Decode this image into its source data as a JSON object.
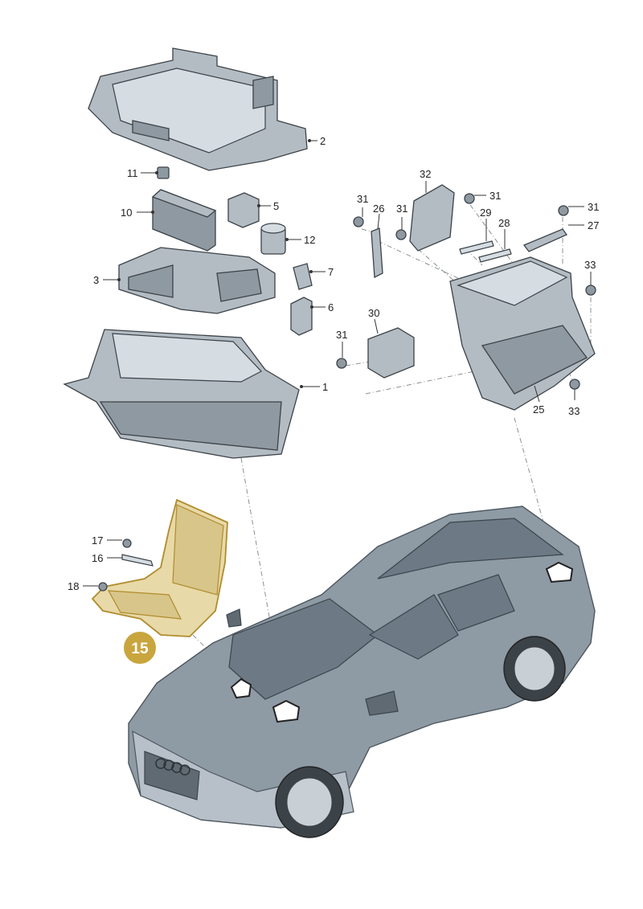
{
  "diagram": {
    "labels": {
      "l1": "1",
      "l2": "2",
      "l3": "3",
      "l5": "5",
      "l6": "6",
      "l7": "7",
      "l10": "10",
      "l11": "11",
      "l12": "12",
      "l16": "16",
      "l17": "17",
      "l18": "18",
      "l25": "25",
      "l26": "26",
      "l27": "27",
      "l28": "28",
      "l29": "29",
      "l30": "30",
      "l31a": "31",
      "l31b": "31",
      "l31c": "31",
      "l31d": "31",
      "l31e": "31",
      "l32": "32",
      "l33a": "33",
      "l33b": "33"
    },
    "badge": "15",
    "colors": {
      "highlight": "#c9a53e",
      "part_fill": "#b3bcc3",
      "car_body": "#8e9aa4"
    }
  }
}
